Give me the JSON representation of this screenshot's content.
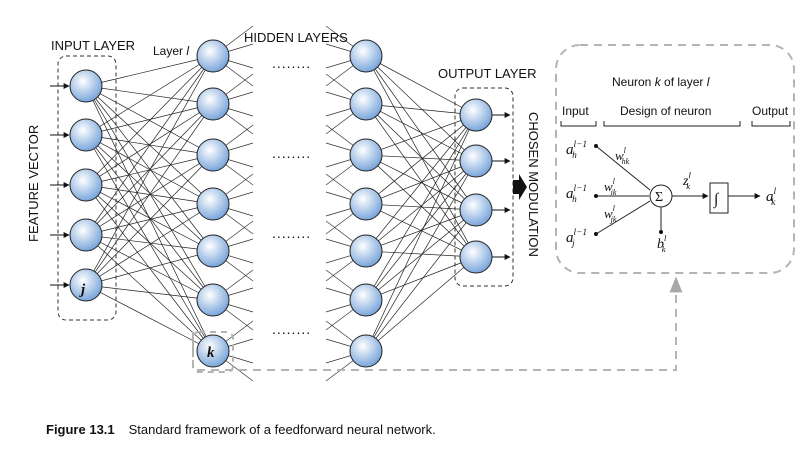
{
  "labels": {
    "input_layer": "INPUT LAYER",
    "layer_l": "Layer",
    "layer_l_italic": "l",
    "hidden_layers": "HIDDEN LAYERS",
    "output_layer": "OUTPUT LAYER",
    "feature_vector": "FEATURE VECTOR",
    "chosen_modulation": "CHOSEN MODULATION",
    "dots": "........",
    "node_j": "j",
    "node_k": "k"
  },
  "neuron_detail": {
    "title_prefix": "Neuron",
    "title_k": "k",
    "title_mid": "of layer",
    "title_l": "l",
    "input_header": "Input",
    "design_header": "Design of neuron",
    "output_header": "Output",
    "input_terms": [
      {
        "base": "a",
        "sup": "l−1",
        "sub": "h"
      },
      {
        "base": "a",
        "sup": "l−1",
        "sub": "h"
      },
      {
        "base": "a",
        "sup": "l−1",
        "sub": "j"
      }
    ],
    "weights": [
      {
        "base": "w",
        "sup": "l",
        "sub": "hk"
      },
      {
        "base": "w",
        "sup": "l",
        "sub": "ik"
      },
      {
        "base": "w",
        "sup": "l",
        "sub": "jk"
      }
    ],
    "sum_symbol": "Σ",
    "z": {
      "base": "z",
      "sup": "l",
      "sub": "k"
    },
    "activation_symbol": "∫",
    "bias": {
      "base": "b",
      "sup": "l",
      "sub": "k"
    },
    "output": {
      "base": "a",
      "sup": "l",
      "sub": "k"
    }
  },
  "caption": {
    "number": "Figure 13.1",
    "text": "Standard framework of a feedforward neural network."
  },
  "colors": {
    "node_fill_center": "#ffffff",
    "node_fill_edge": "#6f9fd8",
    "line": "#222222",
    "dashed_box": "#9a9a9a"
  }
}
